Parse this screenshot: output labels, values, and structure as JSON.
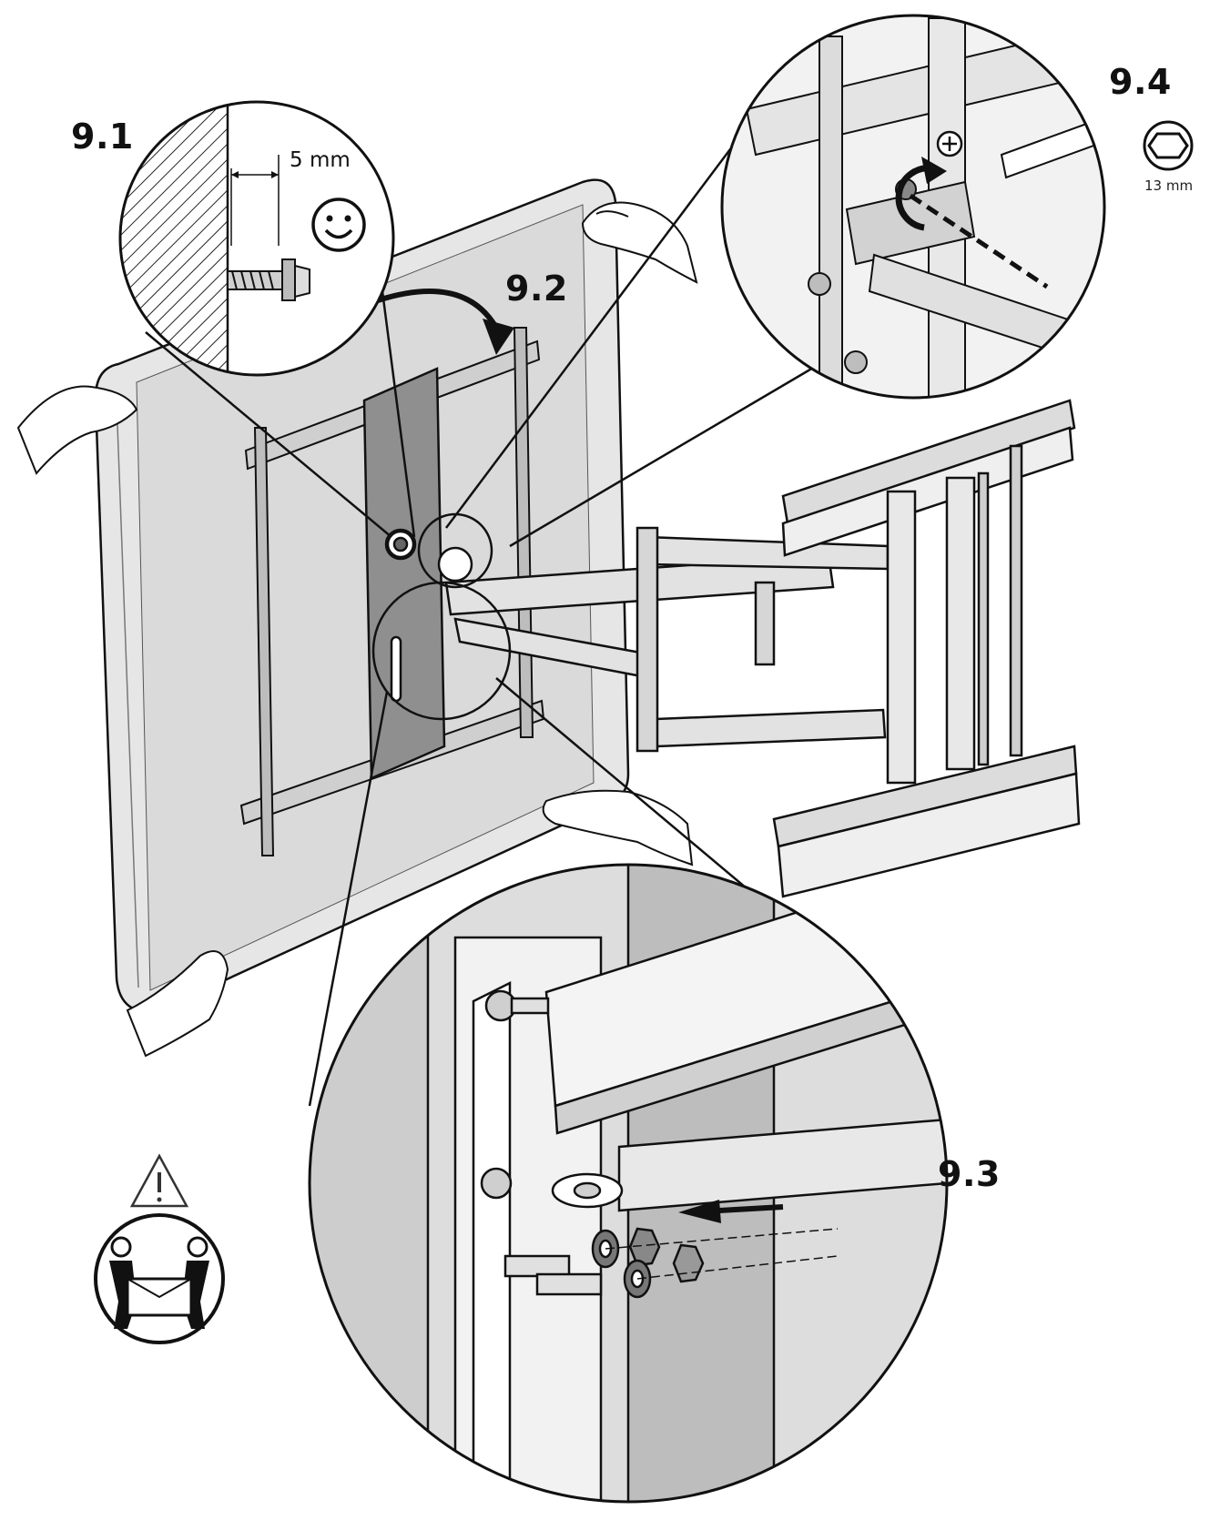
{
  "steps": {
    "s1": "9.1",
    "s2": "9.2",
    "s3": "9.3",
    "s4": "9.4"
  },
  "detail_9_1": {
    "gap_label": "5 mm",
    "icon": "smiley-icon"
  },
  "detail_9_4": {
    "tool_size": "13 mm",
    "icon": "hex-socket-icon",
    "tighten_icon": "plus-icon"
  },
  "warnings": {
    "caution_icon": "warning-triangle-icon",
    "two_person_icon": "two-person-lift-icon"
  },
  "colors": {
    "line": "#111111",
    "tv_panel": "#e6e6e6",
    "plate": "#8f8f8f",
    "bracket": "#dcdcdc"
  }
}
